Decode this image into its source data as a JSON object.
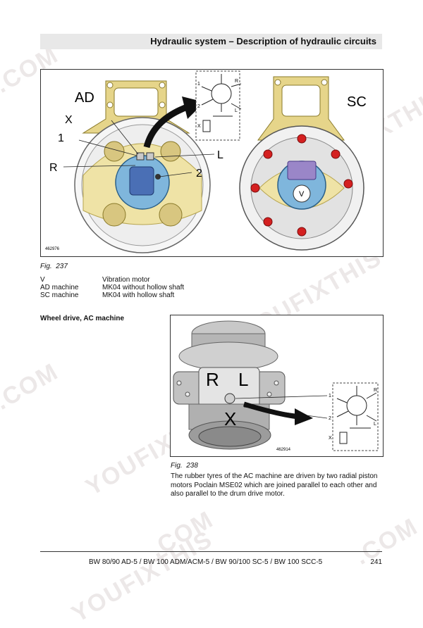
{
  "header": {
    "title": "Hydraulic system – Description of hydraulic circuits"
  },
  "figure1": {
    "labels": {
      "ad": "AD",
      "sc": "SC",
      "x": "X",
      "one": "1",
      "r": "R",
      "l": "L",
      "two": "2",
      "v": "V"
    },
    "schematic": {
      "one": "1",
      "two": "2",
      "r": "R",
      "l": "L",
      "x": "X"
    },
    "image_number": "462976",
    "caption_prefix": "Fig.",
    "caption_number": "237"
  },
  "legend": [
    {
      "key": "V",
      "value": "Vibration motor"
    },
    {
      "key": "AD machine",
      "value": "MK04 without hollow shaft"
    },
    {
      "key": "SC machine",
      "value": "MK04 with hollow shaft"
    }
  ],
  "section": {
    "heading": "Wheel drive, AC machine"
  },
  "figure2": {
    "labels": {
      "r": "R",
      "l": "L",
      "x": "X"
    },
    "schematic": {
      "one": "1",
      "two": "2",
      "r": "R",
      "l": "L",
      "x": "X"
    },
    "image_number": "462914",
    "caption_prefix": "Fig.",
    "caption_number": "238"
  },
  "body": {
    "paragraph": "The rubber tyres of the AC machine are driven by two radial piston motors Poclain MSE02 which are joined parallel to each other and also parallel to the drum drive motor."
  },
  "footer": {
    "models": "BW 80/90 AD-5 / BW 100 ADM/ACM-5 / BW 90/100 SC-5 / BW 100 SCC-5",
    "page": "241"
  },
  "watermark": {
    "text_a": ".COM",
    "text_b": "YOUFIXTHIS"
  },
  "colors": {
    "housing_yellow": "#e6d58a",
    "motor_blue": "#7fb6dc",
    "bolt_red": "#d42020",
    "header_gray": "#e8e8e8"
  }
}
